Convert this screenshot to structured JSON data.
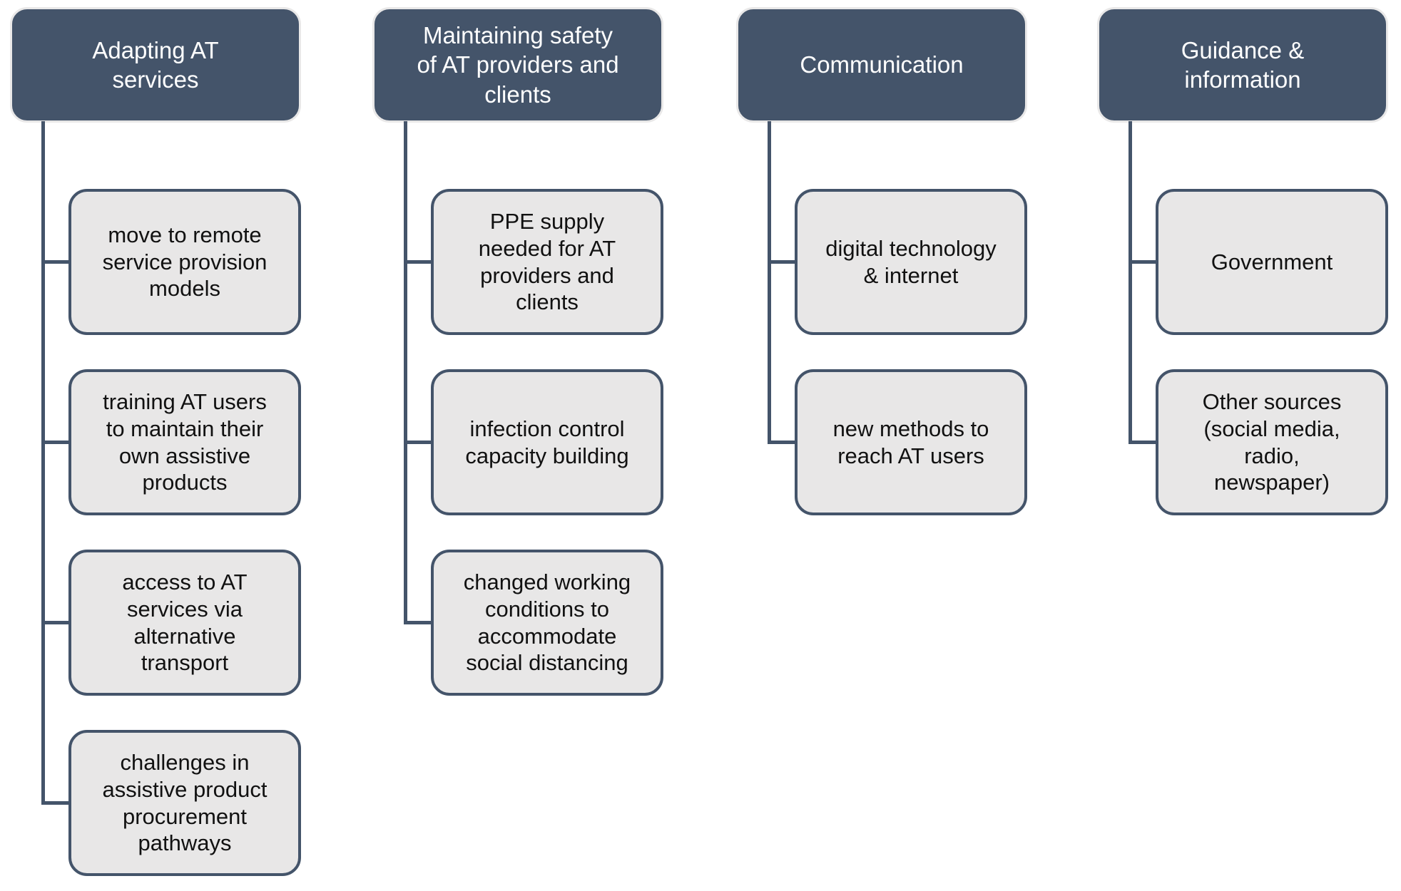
{
  "diagram": {
    "columns": [
      {
        "header": "Adapting AT services",
        "children": [
          "move to remote service provision models",
          "training AT users to maintain their own assistive products",
          "access to AT services via alternative transport",
          "challenges in assistive product procurement pathways"
        ]
      },
      {
        "header": "Maintaining safety of AT providers and clients",
        "children": [
          "PPE supply needed for AT providers and clients",
          "infection control capacity building",
          "changed working conditions to accommodate social distancing"
        ]
      },
      {
        "header": "Communication",
        "children": [
          "digital technology & internet",
          "new methods to reach AT users"
        ]
      },
      {
        "header": "Guidance & information",
        "children": [
          "Government",
          "Other sources (social media, radio, newspaper)"
        ]
      }
    ]
  },
  "colors": {
    "header_bg": "#44546A",
    "header_text": "#FFFFFF",
    "header_halo": "#E9E8E8",
    "child_bg": "#E8E7E7",
    "child_border": "#44546A",
    "connector": "#44546A"
  }
}
